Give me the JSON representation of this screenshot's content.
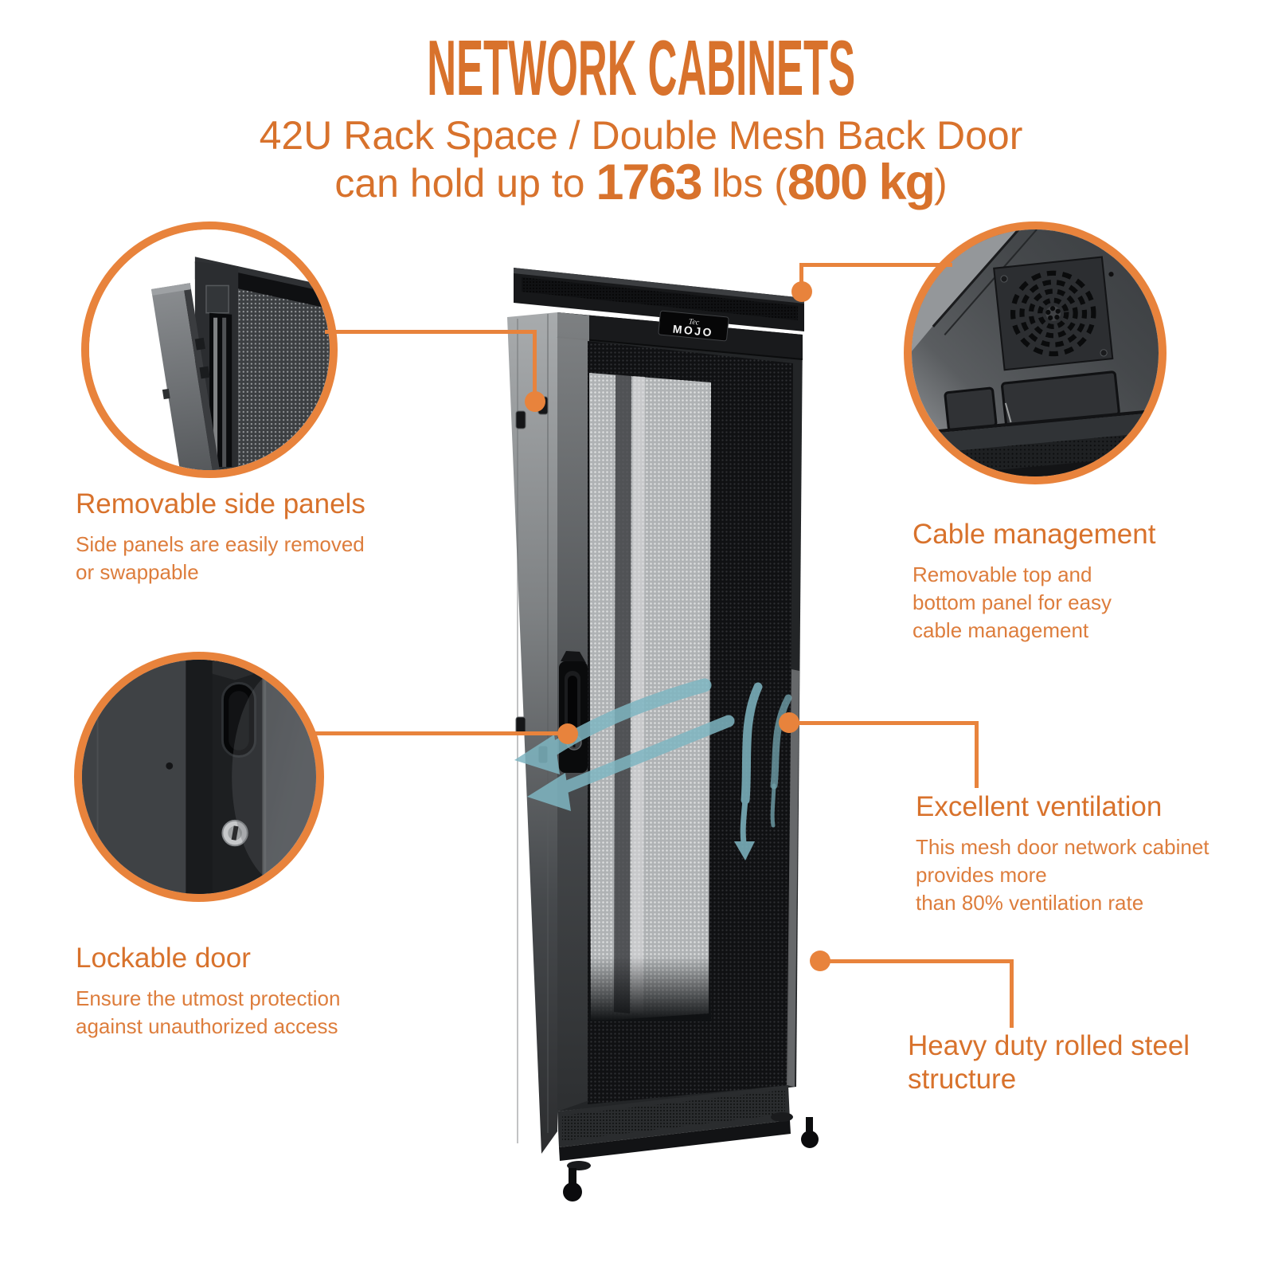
{
  "colors": {
    "accent": "#D8722C",
    "callout": "#E8833C",
    "airflow": "#7FB6C2"
  },
  "header": {
    "title": "NETWORK CABINETS",
    "subtitle_line1": "42U Rack Space / Double Mesh Back Door",
    "line2_prefix": "can hold up to ",
    "weight_lbs": "1763",
    "line2_mid": " lbs (",
    "weight_kg": "800 kg",
    "line2_suffix": ")"
  },
  "logo": {
    "script": "Tec",
    "main": "MOJO"
  },
  "features": {
    "side_panels": {
      "heading": "Removable side panels",
      "lines": [
        "Side panels are easily removed",
        "or swappable"
      ]
    },
    "cable_management": {
      "heading": "Cable management",
      "lines": [
        "Removable top and",
        "bottom panel for easy",
        "cable management"
      ]
    },
    "lockable_door": {
      "heading": "Lockable door",
      "lines": [
        "Ensure the utmost protection",
        "against unauthorized access"
      ]
    },
    "ventilation": {
      "heading": "Excellent ventilation",
      "lines": [
        "This mesh door network cabinet",
        "provides more",
        "than 80% ventilation rate"
      ]
    },
    "steel": {
      "heading": "Heavy duty rolled steel structure"
    }
  }
}
